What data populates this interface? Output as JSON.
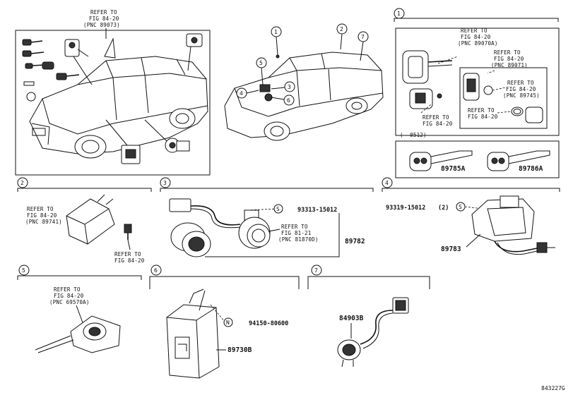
{
  "overview_refer": {
    "l1": "REFER TO",
    "l2": "FIG 84-20",
    "l3": "(PNC 89073)"
  },
  "callouts": {
    "c1": "1",
    "c2": "2",
    "c3": "3",
    "c4": "4",
    "c5": "5",
    "c6": "6",
    "c7": "7"
  },
  "section1": {
    "number": "1",
    "ref_a": {
      "l1": "REFER TO",
      "l2": "FIG 84-20",
      "l3": "(PNC 89070A)"
    },
    "ref_b": {
      "l1": "REFER TO",
      "l2": "FIG 84-20",
      "l3": "(PNC 89071)"
    },
    "ref_c": {
      "l1": "REFER TO",
      "l2": "FIG 84-20",
      "l3": "(PNC 89745)"
    },
    "ref_d": {
      "l1": "REFER TO",
      "l2": "FIG 84-20"
    },
    "ref_e": {
      "l1": "REFER TO",
      "l2": "FIG 84-20"
    },
    "date_range": "(    -0512)",
    "part_a": "89785A",
    "part_b": "89786A"
  },
  "section2": {
    "number": "2",
    "ref_a": {
      "l1": "REFER TO",
      "l2": "FIG 84-20",
      "l3": "(PNC 89741)"
    },
    "ref_b": {
      "l1": "REFER TO",
      "l2": "FIG 84-20"
    }
  },
  "section3": {
    "number": "3",
    "bolt_symbol": "S",
    "bolt_part": "93313-15012",
    "ref": {
      "l1": "REFER TO",
      "l2": "FIG 81-21",
      "l3": "(PNC 81870D)"
    },
    "part": "89782"
  },
  "section4": {
    "number": "4",
    "bolt_part": "93319-15012",
    "bolt_qty": "(2)",
    "bolt_symbol": "S",
    "part": "89783"
  },
  "section5": {
    "number": "5",
    "ref": {
      "l1": "REFER TO",
      "l2": "FIG 84-20",
      "l3": "(PNC 69570A)"
    }
  },
  "section6": {
    "number": "6",
    "nut_symbol": "N",
    "nut_part": "94150-80600",
    "part": "89730B"
  },
  "section7": {
    "number": "7",
    "part": "84903B"
  },
  "drawing_code": "843227G"
}
